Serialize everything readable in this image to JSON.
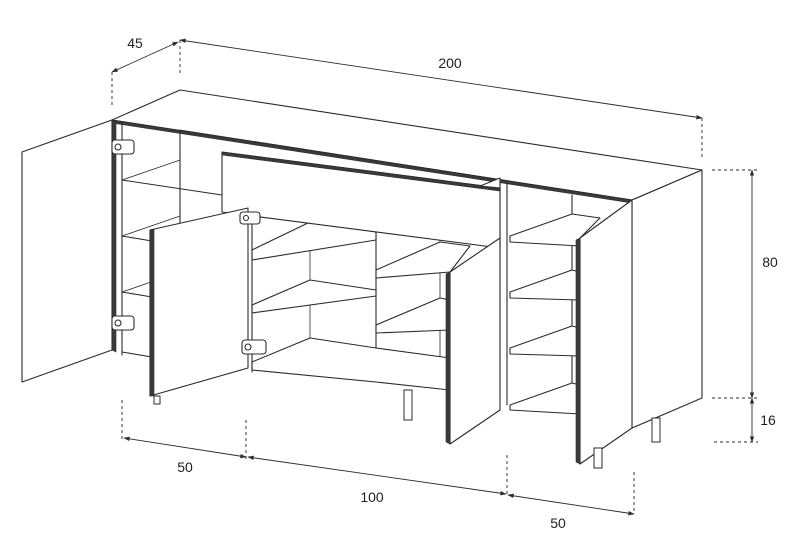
{
  "dimensions": {
    "depth": "45",
    "width_total": "200",
    "height_body": "80",
    "height_legs": "16",
    "section_left": "50",
    "section_middle": "100",
    "section_right": "50"
  }
}
